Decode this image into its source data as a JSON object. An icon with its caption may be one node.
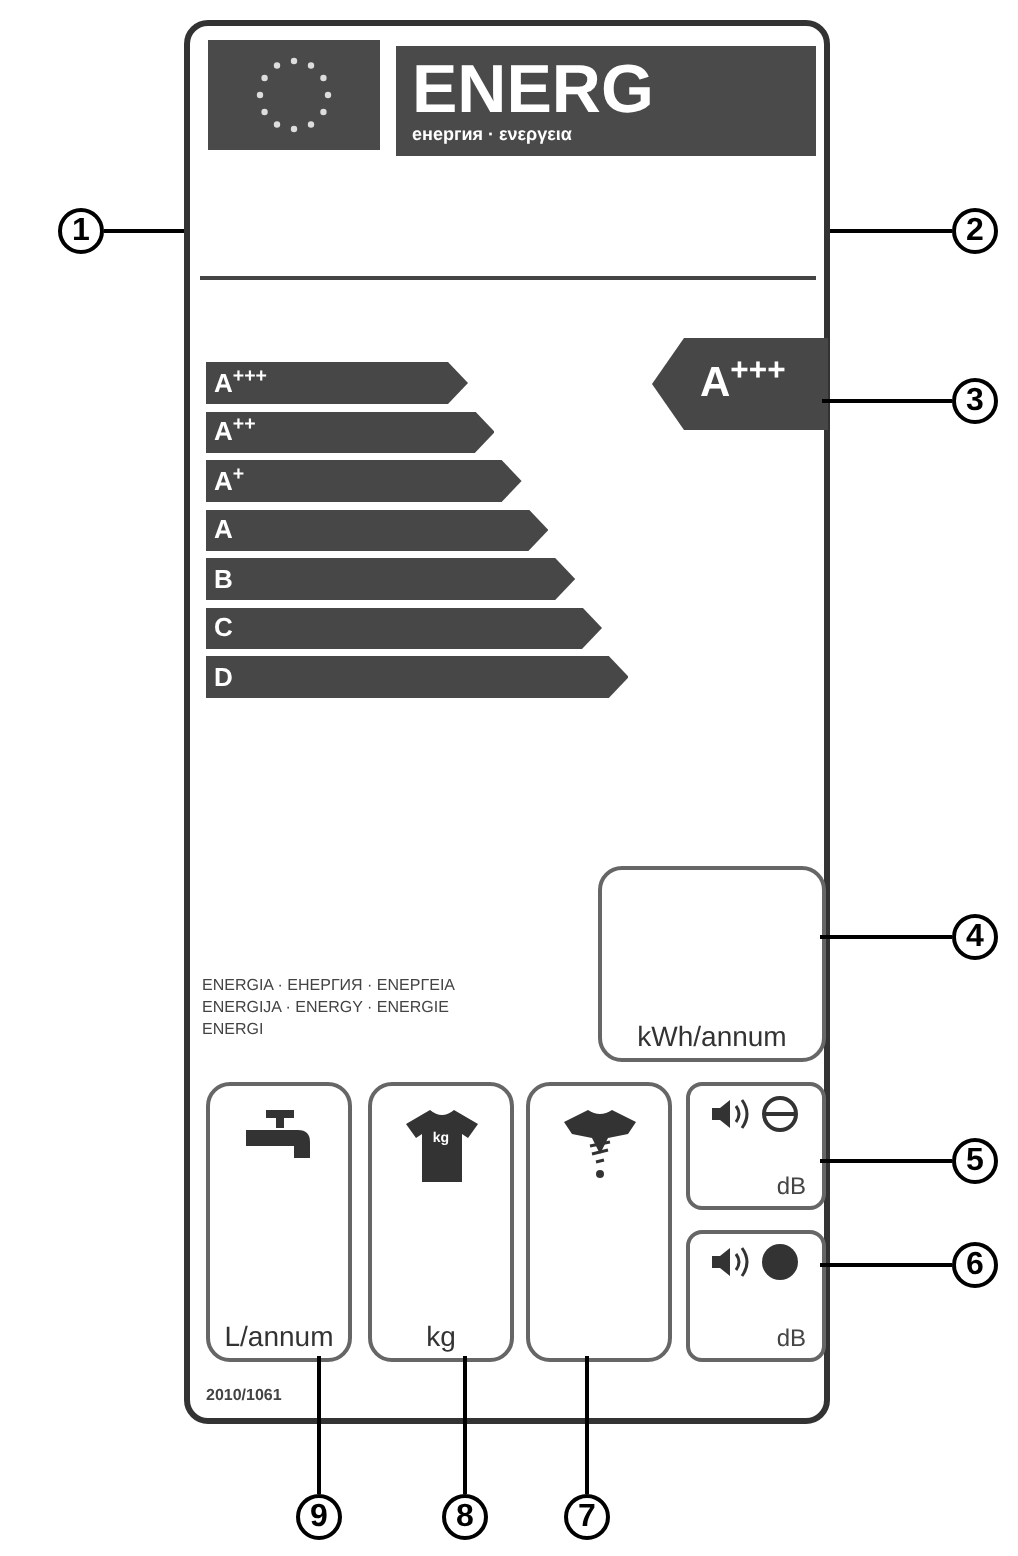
{
  "diagram": {
    "nodes": [
      {
        "text": [],
        "shape": "box"
      },
      {
        "text": [
          "ENERG",
          "енергия · ενεργεια"
        ],
        "in": 0
      },
      {
        "text": [
          "1"
        ]
      },
      {
        "text": [
          "2"
        ]
      },
      {
        "text": [
          "A$^{+++}$"
        ],
        "in": 0
      },
      {
        "text": [
          "A$^{++}$"
        ],
        "in": 0
      },
      {
        "text": [
          "A$^{+}$"
        ],
        "in": 0
      },
      {
        "text": [
          "A"
        ],
        "in": 0
      },
      {
        "text": [
          "B"
        ],
        "in": 0
      },
      {
        "text": [
          "C"
        ],
        "in": 0
      },
      {
        "text": [
          "D"
        ],
        "in": 0
      },
      {
        "text": [
          "A$^{+++}$"
        ],
        "in": 0
      },
      {
        "text": [
          "3"
        ]
      },
      {
        "text": [
          "kWh/annum"
        ],
        "in": 0
      },
      {
        "text": [
          "4"
        ]
      },
      {
        "text": [
          "L/annum"
        ],
        "in": 0
      },
      {
        "text": [
          "kg",
          "kg"
        ],
        "in": 0
      },
      {
        "text": [],
        "shape": "box",
        "in": 0
      },
      {
        "text": [
          "dB"
        ],
        "in": 0
      },
      {
        "text": [
          "dB"
        ],
        "in": 0
      },
      {
        "text": [
          "5"
        ]
      },
      {
        "text": [
          "6"
        ]
      },
      {
        "text": [
          "9"
        ]
      },
      {
        "text": [
          "8"
        ]
      },
      {
        "text": [
          "7"
        ]
      }
    ],
    "edges": [
      {
        "from": 2,
        "to": 0,
        "arrow": "none"
      },
      {
        "from": 3,
        "to": 0,
        "arrow": "none"
      },
      {
        "from": 12,
        "to": 11,
        "arrow": "none"
      },
      {
        "from": 14,
        "to": 13,
        "arrow": "none"
      },
      {
        "from": 20,
        "to": 18,
        "arrow": "none"
      },
      {
        "from": 21,
        "to": 19,
        "arrow": "none"
      },
      {
        "from": 24,
        "to": 17,
        "arrow": "none"
      },
      {
        "from": 23,
        "to": 16,
        "arrow": "none"
      },
      {
        "from": 22,
        "to": 15,
        "arrow": "none"
      }
    ],
    "labels": [
      "ENERGIA · ЕНЕРГИЯ · ΕΝΕΡΓΕΙΑ ENERGIJA · ENERGY · ENERGIE ENERGI",
      "2010/1061"
    ]
  }
}
